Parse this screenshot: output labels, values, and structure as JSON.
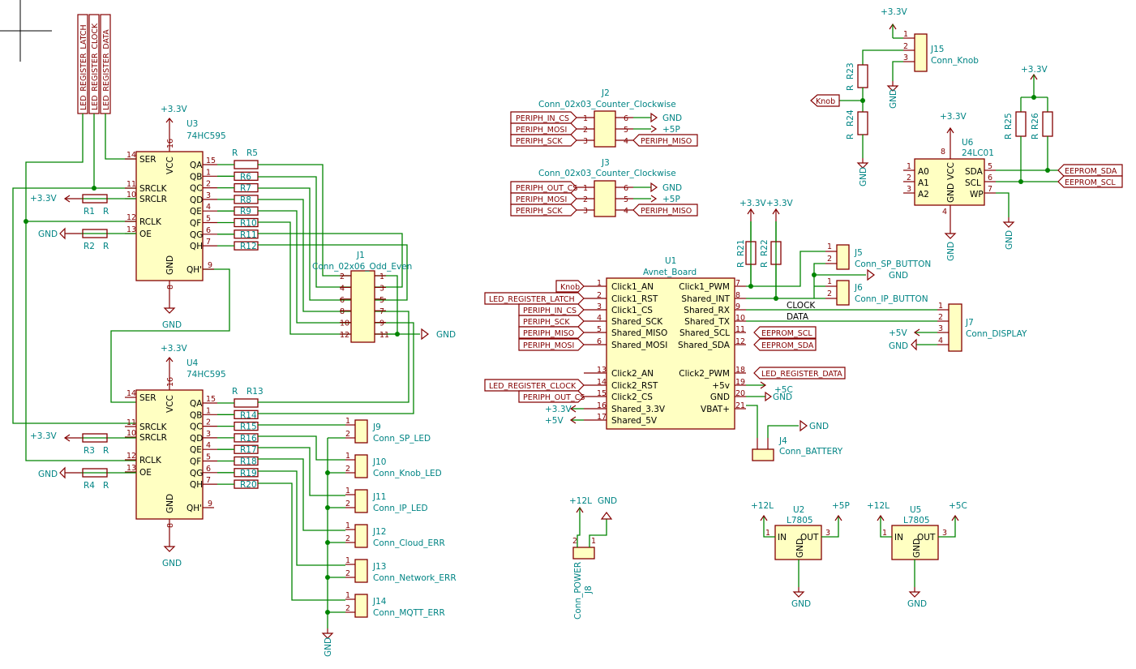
{
  "colors": {
    "wire": "#008400",
    "body": "#840000",
    "fill": "#ffffc2",
    "text": "#008484"
  },
  "labels": {
    "led_register_latch": "LED_REGISTER_LATCH",
    "led_register_clock": "LED_REGISTER_CLOCK",
    "led_register_data": "LED_REGISTER_DATA",
    "periph_in_cs": "PERIPH_IN_CS",
    "periph_mosi": "PERIPH_MOSI",
    "periph_sck": "PERIPH_SCK",
    "periph_miso": "PERIPH_MISO",
    "periph_out_cs": "PERIPH_OUT_CS",
    "knob": "Knob",
    "eeprom_sda": "EEPROM_SDA",
    "eeprom_scl": "EEPROM_SCL",
    "clock": "CLOCK",
    "data": "DATA"
  },
  "power": {
    "v33": "+3.3V",
    "gnd": "GND",
    "v5p": "+5P",
    "v5": "+5V",
    "v5c": "+5C",
    "v12l": "+12L"
  },
  "u3": {
    "ref": "U3",
    "value": "74HC595"
  },
  "u4": {
    "ref": "U4",
    "value": "74HC595"
  },
  "pins595": {
    "left": [
      {
        "num": "14",
        "name": "SER"
      },
      {
        "num": "11",
        "name": "SRCLK"
      },
      {
        "num": "10",
        "name": "SRCLR"
      },
      {
        "num": "12",
        "name": "RCLK"
      },
      {
        "num": "13",
        "name": "OE"
      }
    ],
    "right": [
      {
        "num": "15",
        "name": "QA"
      },
      {
        "num": "1",
        "name": "QB"
      },
      {
        "num": "2",
        "name": "QC"
      },
      {
        "num": "3",
        "name": "QD"
      },
      {
        "num": "4",
        "name": "QE"
      },
      {
        "num": "5",
        "name": "QF"
      },
      {
        "num": "6",
        "name": "QG"
      },
      {
        "num": "7",
        "name": "QH"
      }
    ],
    "qh2": {
      "num": "9",
      "name": "QH'"
    },
    "vcc": {
      "num": "16",
      "name": "VCC"
    },
    "gnd": {
      "num": "8",
      "name": "GND"
    }
  },
  "res_top": [
    "R5",
    "R6",
    "R7",
    "R8",
    "R9",
    "R10",
    "R11",
    "R12"
  ],
  "res_bot": [
    "R13",
    "R14",
    "R15",
    "R16",
    "R17",
    "R18",
    "R19",
    "R20"
  ],
  "r_letter": "R",
  "r1": "R1",
  "r2": "R2",
  "r3": "R3",
  "r4": "R4",
  "j1": {
    "ref": "J1",
    "value": "Conn_02x06_Odd_Even",
    "left": [
      "2",
      "4",
      "6",
      "8",
      "10",
      "12"
    ],
    "right": [
      "1",
      "3",
      "5",
      "7",
      "9",
      "11"
    ]
  },
  "j2": {
    "ref": "J2",
    "value": "Conn_02x03_Counter_Clockwise"
  },
  "j3": {
    "ref": "J3",
    "value": "Conn_02x03_Counter_Clockwise"
  },
  "jpins_l": [
    "1",
    "2",
    "3"
  ],
  "jpins_r": [
    "6",
    "5",
    "4"
  ],
  "leds": [
    {
      "ref": "J9",
      "value": "Conn_SP_LED"
    },
    {
      "ref": "J10",
      "value": "Conn_Knob_LED"
    },
    {
      "ref": "J11",
      "value": "Conn_IP_LED"
    },
    {
      "ref": "J12",
      "value": "Conn_Cloud_ERR"
    },
    {
      "ref": "J13",
      "value": "Conn_Network_ERR"
    },
    {
      "ref": "J14",
      "value": "Conn_MQTT_ERR"
    }
  ],
  "pin1": "1",
  "pin2": "2",
  "pin3": "3",
  "pin4": "4",
  "u1": {
    "ref": "U1",
    "value": "Avnet_Board",
    "left": [
      {
        "num": "1",
        "name": "Click1_AN"
      },
      {
        "num": "2",
        "name": "Click1_RST"
      },
      {
        "num": "3",
        "name": "Click1_CS"
      },
      {
        "num": "4",
        "name": "Shared_SCK"
      },
      {
        "num": "5",
        "name": "Shared_MISO"
      },
      {
        "num": "6",
        "name": "Shared_MOSI"
      },
      {
        "num": "13",
        "name": "Click2_AN"
      },
      {
        "num": "14",
        "name": "Click2_RST"
      },
      {
        "num": "15",
        "name": "Click2_CS"
      },
      {
        "num": "16",
        "name": "Shared_3.3V"
      },
      {
        "num": "17",
        "name": "Shared_5V"
      }
    ],
    "right": [
      {
        "num": "7",
        "name": "Click1_PWM"
      },
      {
        "num": "8",
        "name": "Shared_INT"
      },
      {
        "num": "9",
        "name": "Shared_RX"
      },
      {
        "num": "10",
        "name": "Shared_TX"
      },
      {
        "num": "11",
        "name": "Shared_SCL"
      },
      {
        "num": "12",
        "name": "Shared_SDA"
      },
      {
        "num": "18",
        "name": "Click2_PWM"
      },
      {
        "num": "19",
        "name": "+5v"
      },
      {
        "num": "20",
        "name": "GND"
      },
      {
        "num": "21",
        "name": "VBAT+"
      }
    ]
  },
  "j15": {
    "ref": "J15",
    "value": "Conn_Knob"
  },
  "r23": "R23",
  "r24": "R24",
  "r25": "R25",
  "r26": "R26",
  "r21": "R21",
  "r22": "R22",
  "u6": {
    "ref": "U6",
    "value": "24LC01",
    "a0": "A0",
    "a1": "A1",
    "a2": "A2",
    "sda": "SDA",
    "scl": "SCL",
    "wp": "WP",
    "vcc": "VCC",
    "gnd": "GND",
    "n5": "5",
    "n6": "6",
    "n7": "7",
    "n8": "8",
    "n4": "4"
  },
  "j5": {
    "ref": "J5",
    "value": "Conn_SP_BUTTON"
  },
  "j6": {
    "ref": "J6",
    "value": "Conn_IP_BUTTON"
  },
  "j7": {
    "ref": "J7",
    "value": "Conn_DISPLAY"
  },
  "j4": {
    "ref": "J4",
    "value": "Conn_BATTERY"
  },
  "j8": {
    "ref": "J8",
    "value": "Conn_POWER"
  },
  "u2": {
    "ref": "U2",
    "value": "L7805"
  },
  "u5": {
    "ref": "U5",
    "value": "L7805"
  },
  "reg": {
    "in": "IN",
    "out": "OUT",
    "gnd": "GND"
  }
}
